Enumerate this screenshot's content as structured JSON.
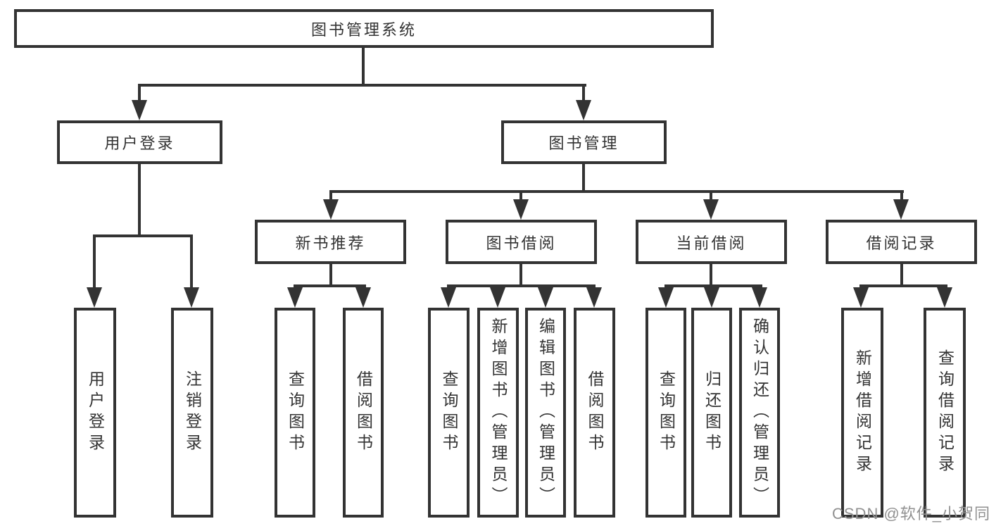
{
  "tree": {
    "label": "图书管理系统",
    "children": [
      {
        "label": "用户登录",
        "children": [
          {
            "label": "用户登录"
          },
          {
            "label": "注销登录"
          }
        ]
      },
      {
        "label": "图书管理",
        "children": [
          {
            "label": "新书推荐",
            "children": [
              {
                "label": "查询图书"
              },
              {
                "label": "借阅图书"
              }
            ]
          },
          {
            "label": "图书借阅",
            "children": [
              {
                "label": "查询图书"
              },
              {
                "label": "新增图书（管理员）"
              },
              {
                "label": "编辑图书（管理员）"
              },
              {
                "label": "借阅图书"
              }
            ]
          },
          {
            "label": "当前借阅",
            "children": [
              {
                "label": "查询图书"
              },
              {
                "label": "归还图书"
              },
              {
                "label": "确认归还（管理员）"
              }
            ]
          },
          {
            "label": "借阅记录",
            "children": [
              {
                "label": "新增借阅记录"
              },
              {
                "label": "查询借阅记录"
              }
            ]
          }
        ]
      }
    ]
  },
  "watermark": {
    "text": "CSDN @软件_小贺同学"
  },
  "colors": {
    "line": "#333333",
    "box_border": "#333333",
    "text": "#333333",
    "watermark_text": "#919191",
    "background": "#ffffff"
  }
}
